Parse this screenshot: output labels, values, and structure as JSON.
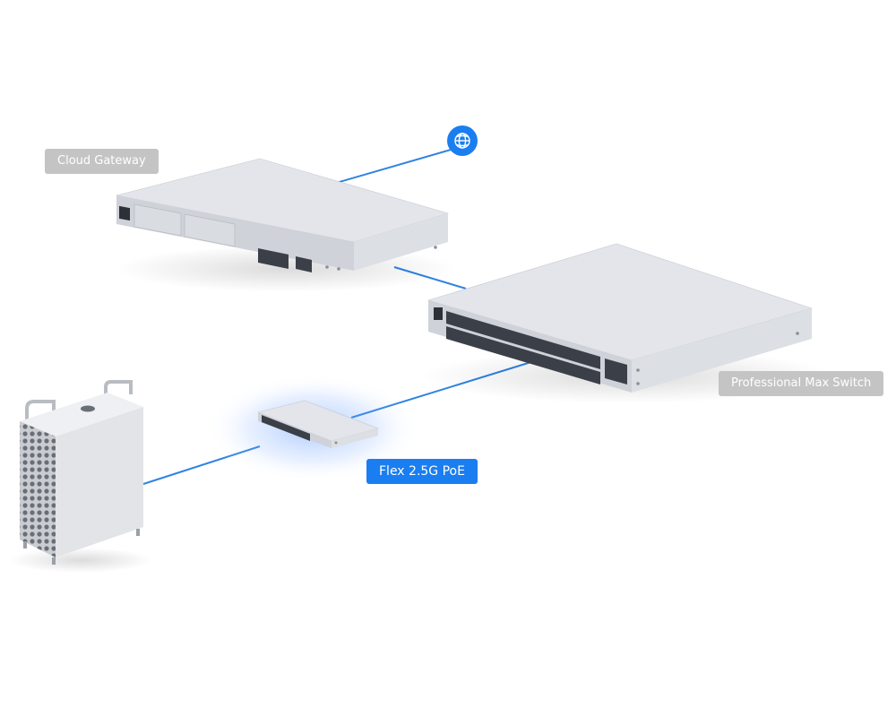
{
  "colors": {
    "accent": "#1a7ef0",
    "label_gray": "#c4c4c4",
    "link_line": "#2f83e4",
    "chassis_top": "#e3e5ea",
    "chassis_front": "#cfd2d8",
    "port_dark": "#3b3f47"
  },
  "nodes": {
    "internet": {
      "icon": "globe-icon"
    },
    "cloud_gateway": {
      "label": "Cloud Gateway"
    },
    "pro_max_switch": {
      "label": "Professional Max Switch"
    },
    "flex_switch": {
      "label": "Flex 2.5G PoE"
    },
    "workstation": {
      "icon": "tower-computer-icon"
    }
  }
}
